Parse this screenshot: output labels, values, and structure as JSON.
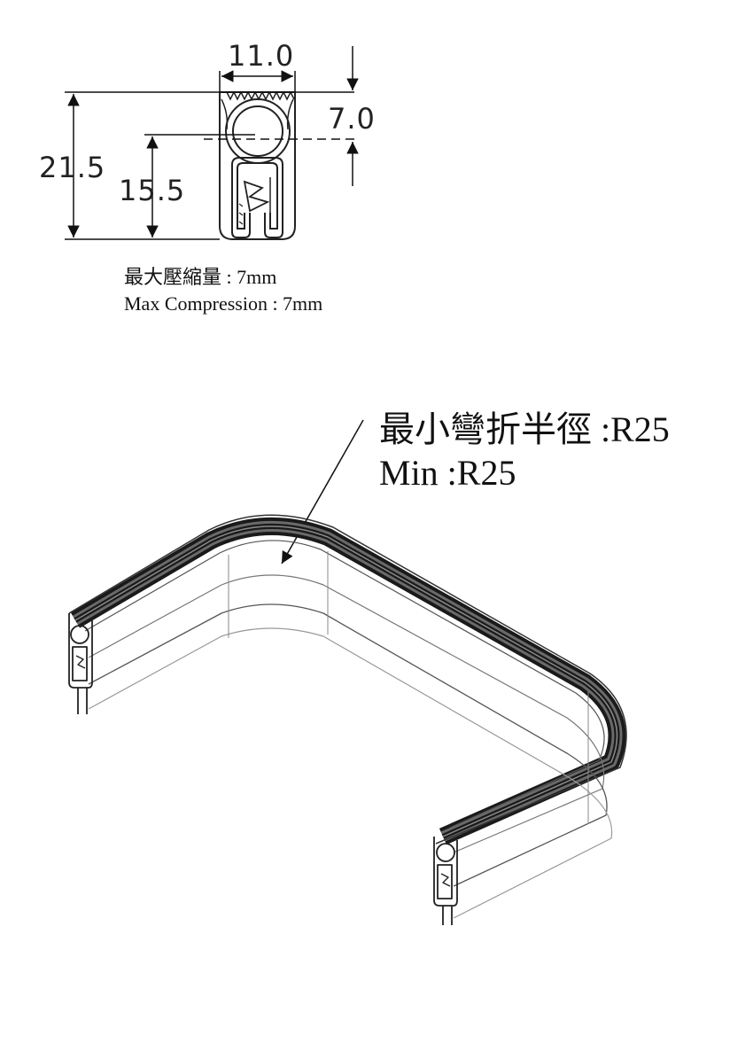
{
  "dimensions": {
    "width": "11.0",
    "bulb_height": "7.0",
    "total_height": "21.5",
    "clip_height": "15.5"
  },
  "compression": {
    "label_cn": "最大壓縮量 : 7mm",
    "label_en": "Max Compression : 7mm"
  },
  "bend_radius": {
    "label_cn": "最小彎折半徑 :R25",
    "label_en": "Min :R25"
  }
}
